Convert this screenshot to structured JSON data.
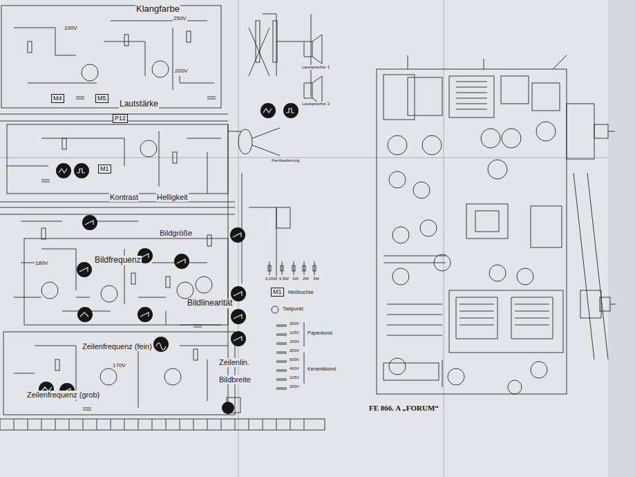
{
  "diagram": {
    "caption": "FE 866. A „FORUM“",
    "nodes": [
      {
        "text": [
          "M4"
        ]
      },
      {
        "text": [
          "M5"
        ]
      },
      {
        "text": [
          "P12"
        ]
      },
      {
        "text": [
          "M1"
        ]
      },
      {
        "text": [
          "M1"
        ]
      }
    ],
    "labels": [
      "Klangfarbe",
      "250V",
      "100V",
      "Lautstärke",
      "200V",
      "Kontrast",
      "Helligkeit",
      "Bildgröße",
      "Bildfrequenz",
      "180V",
      "Bildlinearität",
      "Zeilenfrequenz (fein)",
      "170V",
      "Zeilenfrequenz (grob)",
      "Zeilenlin.",
      "Bildbreite",
      "Lautsprecher 1",
      "Lautsprecher 2",
      "Fernbedienung",
      "0,25W",
      "0,5W",
      "1W",
      "2W",
      "3W",
      "Meßbuchse",
      "Tastpunkt",
      "250V",
      "125V",
      "160V",
      "250V",
      "Papierkond.",
      "500V",
      "400V",
      "125V",
      "250V",
      "Keramikkond."
    ]
  }
}
